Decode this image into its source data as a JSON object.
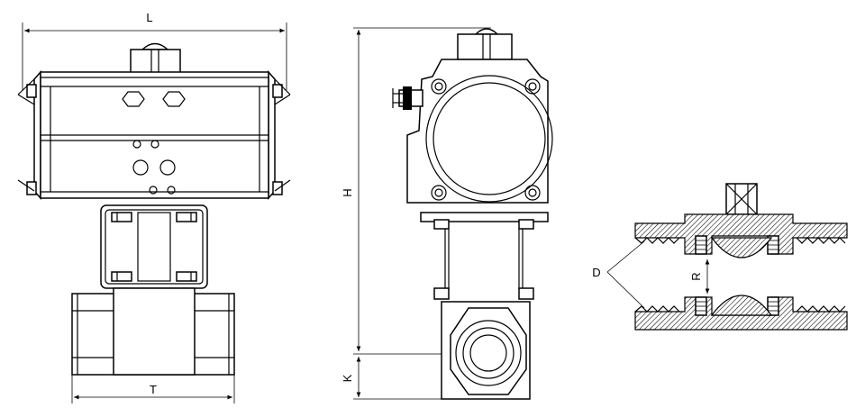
{
  "labels": {
    "L": "L",
    "T": "T",
    "H": "H",
    "K": "K",
    "D": "D",
    "R": "R"
  }
}
